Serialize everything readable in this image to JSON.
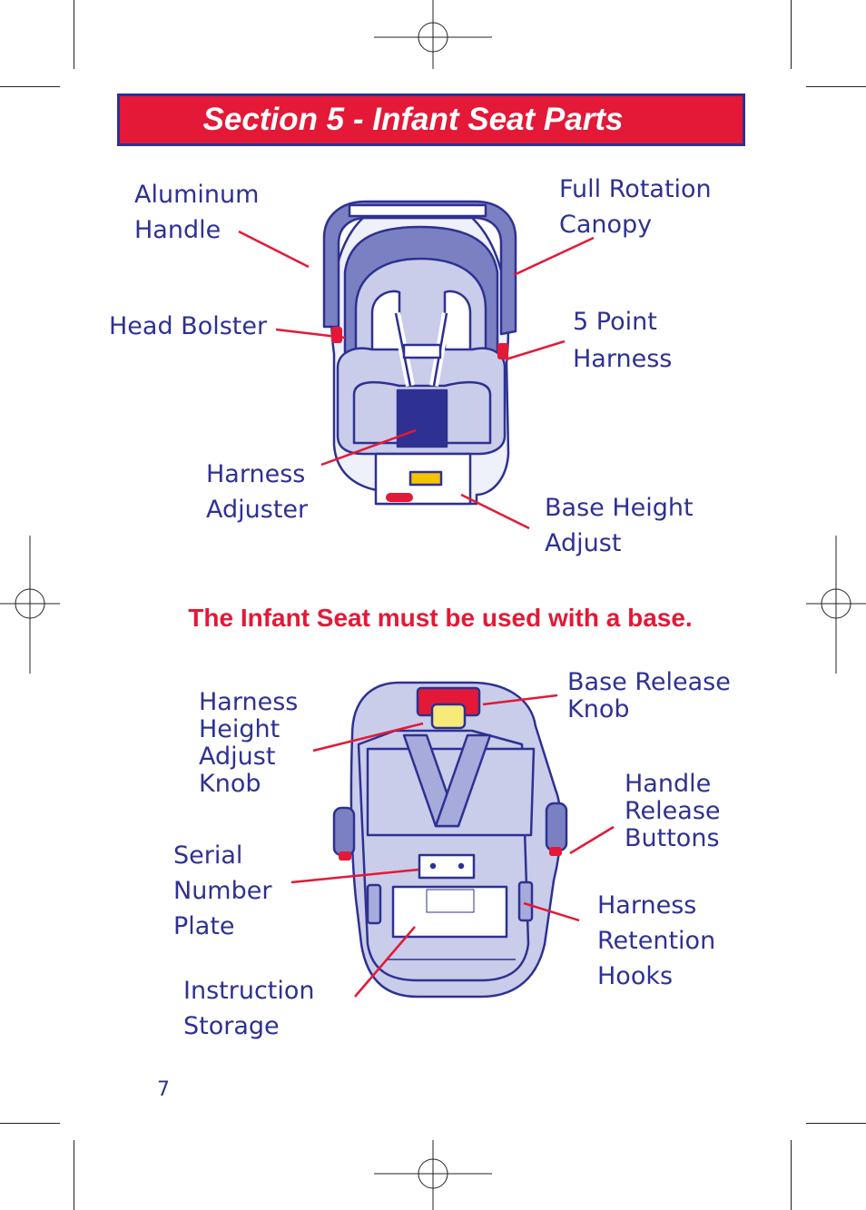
{
  "header": {
    "title": "Section 5 - Infant Seat Parts"
  },
  "top_labels": {
    "aluminum_handle": [
      "Aluminum",
      "Handle"
    ],
    "full_rotation_canopy": [
      "Full Rotation",
      "Canopy"
    ],
    "head_bolster": [
      "Head Bolster"
    ],
    "five_point_harness": [
      "5 Point",
      "Harness"
    ],
    "harness_adjuster": [
      "Harness",
      "Adjuster"
    ],
    "base_height_adjust": [
      "Base Height",
      "Adjust"
    ]
  },
  "warning": "The Infant Seat must be used with a base.",
  "bottom_labels": {
    "harness_height_adjust_knob": [
      "Harness",
      "Height",
      "Adjust",
      "Knob"
    ],
    "base_release_knob": [
      "Base Release",
      "Knob"
    ],
    "handle_release_buttons": [
      "Handle",
      "Release",
      "Buttons"
    ],
    "serial_number_plate": [
      "Serial",
      "Number",
      "Plate"
    ],
    "harness_retention_hooks": [
      "Harness",
      "Retention",
      "Hooks"
    ],
    "instruction_storage": [
      "Instruction",
      "Storage"
    ]
  },
  "footer": {
    "page_number": "7"
  },
  "colors": {
    "brand_red": "#e31937",
    "brand_blue": "#2e3192",
    "seat_fill": "#c9cdea",
    "seat_dark": "#7b80c2"
  },
  "icons": {
    "registration_mark": "crosshair-circle-icon"
  }
}
